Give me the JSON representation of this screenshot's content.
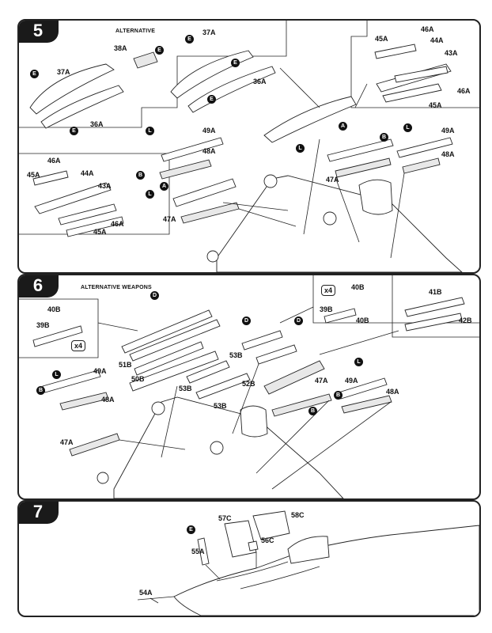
{
  "steps": [
    {
      "number": "5",
      "subtitle": "Alternative",
      "labels": {
        "l37a_1": "37A",
        "l38a": "38A",
        "l36a_1": "36A",
        "l37a_2": "37A",
        "l36a_2": "36A",
        "l46a_1": "46A",
        "l45a_1": "45A",
        "l44a_1": "44A",
        "l43a_1": "43A",
        "l46a_2": "46A",
        "l45a_2": "45A",
        "l49a_1": "49A",
        "l48a_1": "48A",
        "l47a_1": "47A",
        "l46a_3": "46A",
        "l45a_3": "45A",
        "l44a_2": "44A",
        "l43a_2": "43A",
        "l46a_4": "46A",
        "l45a_4": "45A",
        "l49a_2": "49A",
        "l48a_2": "48A",
        "l47a_2": "47A"
      },
      "markers": [
        "E",
        "E",
        "E",
        "E",
        "E",
        "E",
        "L",
        "A",
        "B",
        "L",
        "A",
        "L",
        "B",
        "L"
      ]
    },
    {
      "number": "6",
      "subtitle": "Alternative Weapons",
      "labels": {
        "l40b_1": "40B",
        "l39b_1": "39B",
        "l51b": "51B",
        "l50b": "50B",
        "l53b_1": "53B",
        "l53b_2": "53B",
        "l53b_3": "53B",
        "l52b": "52B",
        "l40b_2": "40B",
        "l39b_2": "39B",
        "l40b_3": "40B",
        "l41b": "41B",
        "l42b": "42B",
        "l49a_1": "49A",
        "l48a_1": "48A",
        "l47a_1": "47A",
        "l47a_2": "47A",
        "l49a_2": "49A",
        "l48a_2": "48A"
      },
      "qty_left": "x4",
      "qty_right": "x4",
      "markers": [
        "D",
        "D",
        "D",
        "L",
        "B",
        "L",
        "B",
        "B"
      ]
    },
    {
      "number": "7",
      "labels": {
        "l57c": "57C",
        "l58c": "58C",
        "l56c": "56C",
        "l55a": "55A",
        "l54a": "54A"
      },
      "markers": [
        "E"
      ]
    }
  ]
}
